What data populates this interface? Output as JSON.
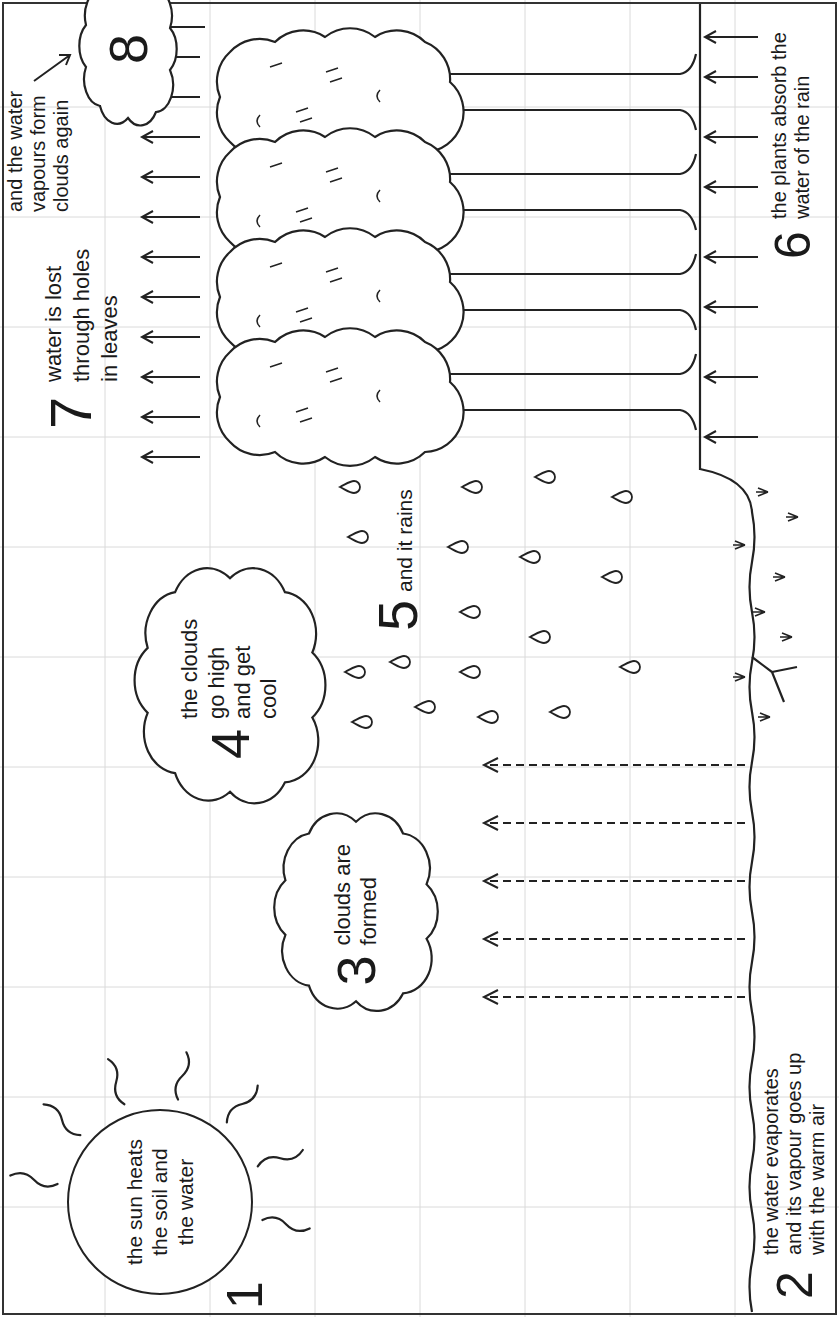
{
  "diagram": {
    "nodes": [
      {
        "text": [
          "the sun heats the soil and the water"
        ]
      },
      {
        "text": [
          "3",
          "clouds are formed"
        ]
      },
      {
        "text": [
          "4",
          "the clouds go high and get cool"
        ]
      },
      {
        "text": [
          "8"
        ]
      }
    ],
    "labels": [
      "1",
      "2",
      "the water evaporates and its vapour goes up with the warm air",
      "5",
      "and it rains",
      "6",
      "the plants absorb the water of the rain",
      "7",
      "water is lost through holes in leaves",
      "and the water vapours form clouds again"
    ]
  }
}
